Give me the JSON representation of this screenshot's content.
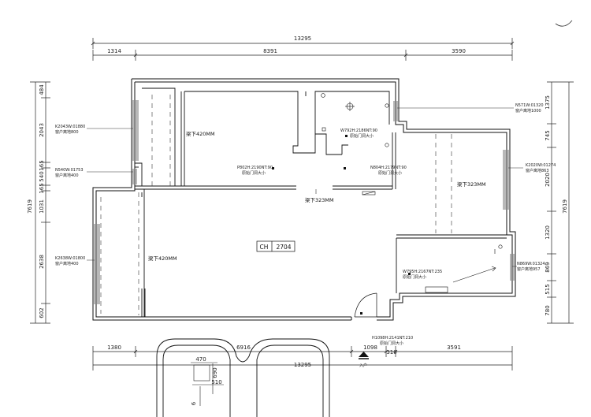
{
  "top_dims": {
    "total": "13295",
    "seg1": "1314",
    "seg2": "8391",
    "seg3": "3590"
  },
  "bottom_dims": {
    "total": "13295",
    "seg1": "1380",
    "seg2": "6916",
    "seg3": "1098",
    "seg4": "310",
    "seg5": "3591",
    "d470": "470",
    "d510": "510",
    "d690": "690",
    "d6": "6"
  },
  "left_dims": {
    "total": "7619",
    "s1": "484",
    "s2": "2043",
    "s3": "165",
    "s4": "540",
    "s5": "165",
    "s6": "1031",
    "s7": "2638",
    "s8": "602"
  },
  "right_dims": {
    "total": "7619",
    "s1": "1375",
    "s2": "745",
    "s3": "2020",
    "s4": "1320",
    "s5": "869",
    "s6": "515",
    "s7": "780"
  },
  "windows": {
    "w_left_top_1": "K2043W:01880",
    "w_left_top_2": "窗户离地800",
    "w_left_mid_1": "N540W:01753",
    "w_left_mid_2": "窗户离地400",
    "w_left_bot_1": "K2638W:01800",
    "w_left_bot_2": "窗户离地400",
    "w_right_top_1": "N571W:01320",
    "w_right_top_2": "窗户离地1000",
    "w_right_mid_1": "K2020W:01274",
    "w_right_mid_2": "窗户离地863",
    "w_right_bot_1": "N869W:01324",
    "w_right_bot_2": "窗户离地957"
  },
  "doors": {
    "d1_1": "W792H:2186NT:90",
    "d1_2": "原始门洞大小",
    "d2_1": "P802H:2190NT:90",
    "d2_2": "原始门洞大小",
    "d3_1": "N804H:2179NT:90",
    "d3_2": "原始门洞大小",
    "d4_1": "W795H:2167NT:235",
    "d4_2": "原始门洞大小",
    "d5_1": "H1098H:2141NT:210",
    "d5_2": "原始门洞大小"
  },
  "beams": {
    "b1": "梁下420MM",
    "b2": "梁下323MM",
    "b3": "梁下323MM",
    "b4": "梁下420MM"
  },
  "ceiling_tag": {
    "ch": "CH",
    "value": "2704"
  },
  "entrance": "入户"
}
